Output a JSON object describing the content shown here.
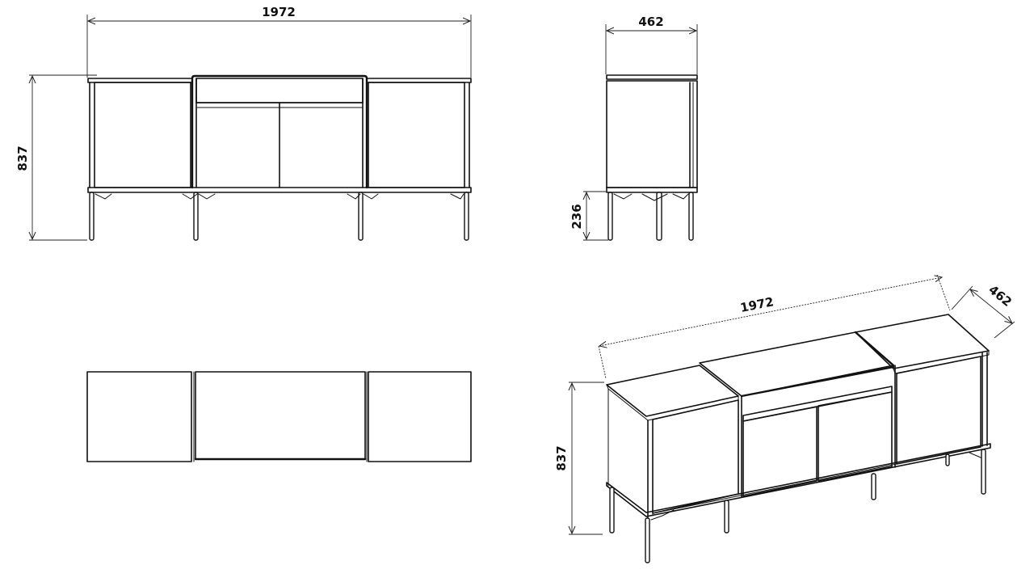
{
  "drawing": {
    "subject": "Sideboard with 4 doors and 1 drawer",
    "units": "mm",
    "views": {
      "front": {
        "width_label": "1972",
        "height_label": "837"
      },
      "side": {
        "depth_label": "462",
        "leg_height_label": "236"
      },
      "top": {},
      "isometric": {
        "width_label": "1972",
        "depth_label": "462",
        "height_label": "837"
      }
    }
  }
}
